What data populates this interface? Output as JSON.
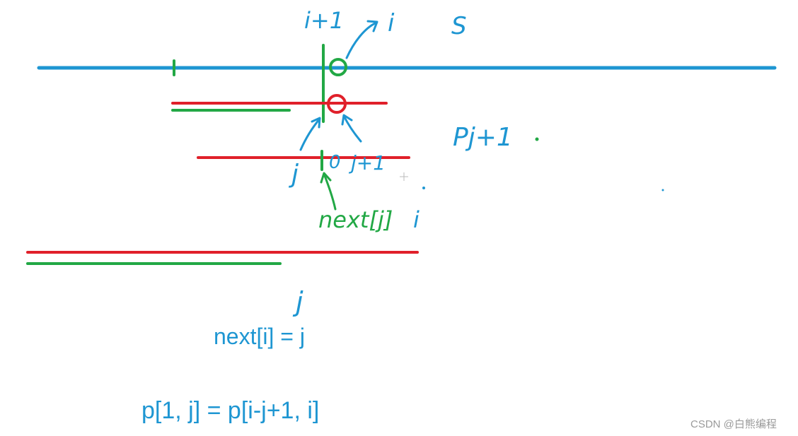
{
  "colors": {
    "blue": "#1e96d2",
    "green": "#22a845",
    "red": "#e0202a",
    "watermark": "#9a9a9a"
  },
  "annotations": {
    "i_plus_1_top": "i+1",
    "i_top": "i",
    "s_label": "S",
    "p_label": "Pj+1",
    "j_left": "j",
    "zero_mark": "0",
    "j_plus_1": "j+1",
    "next_label": "next[j]",
    "i_next": "i",
    "j_bottom": "j"
  },
  "formulas": {
    "next": "next[i] = j",
    "p": "p[1, j] = p[i-j+1, i]"
  },
  "watermark": "CSDN @白熊编程"
}
